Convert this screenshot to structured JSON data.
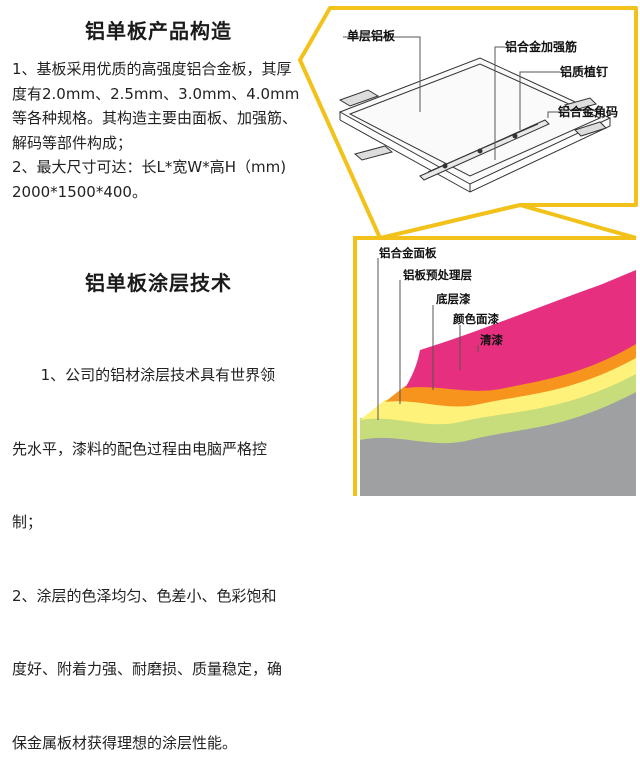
{
  "structure": {
    "title": "铝单板产品构造",
    "lines": [
      "1、基板采用优质的高强度铝合金板，其厚",
      "度有2.0mm、2.5mm、3.0mm、4.0mm",
      "等各种规格。其构造主要由面板、加强筋、",
      "解码等部件构成；",
      "2、最大尺寸可达：长L*宽W*高H（mm)",
      "2000*1500*400。"
    ]
  },
  "coating": {
    "title": "铝单板涂层技术",
    "lines": [
      "      1、公司的铝材涂层技术具有世界领",
      "先水平，漆料的配色过程由电脑严格控",
      "制；",
      "2、涂层的色泽均匀、色差小、色彩饱和",
      "度好、附着力强、耐磨损、质量稳定，确",
      "保金属板材获得理想的涂层性能。"
    ]
  },
  "diagram_top": {
    "labels": {
      "panel": "单层铝板",
      "rib": "铝合金加强筋",
      "stud": "铝质植钉",
      "corner": "铝合金角码"
    }
  },
  "diagram_bottom": {
    "labels": {
      "face": "铝合金面板",
      "pretreat": "铝板预处理层",
      "primer": "底层漆",
      "color": "颜色面漆",
      "clear": "清漆"
    },
    "colors": {
      "frame": "#f2c21b",
      "base": "#9ea0a2",
      "green": "#c7dc7a",
      "yellow": "#fff27a",
      "orange": "#f7941e",
      "pink": "#e6307f"
    }
  }
}
